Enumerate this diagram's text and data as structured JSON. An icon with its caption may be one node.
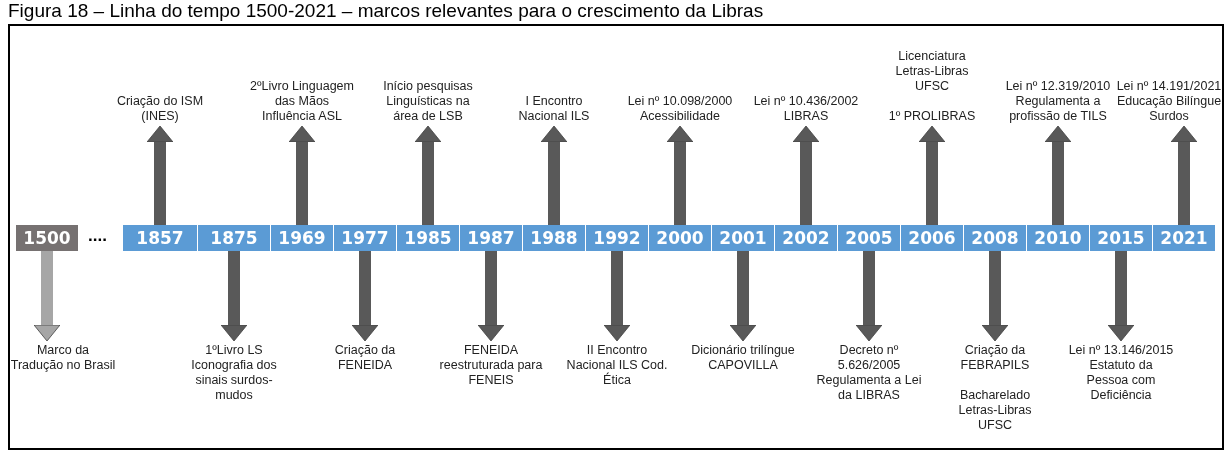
{
  "diagram": {
    "title": "Figura 18 – Linha do tempo 1500-2021 – marcos relevantes para o crescimento da Libras",
    "nodes": [
      {
        "text": [
          "1500"
        ]
      },
      {
        "text": [
          "Marco da Tradução no Brasil"
        ]
      },
      {
        "text": [
          "1857"
        ]
      },
      {
        "text": [
          "Criação do ISM (INES)"
        ]
      },
      {
        "text": [
          "1875"
        ]
      },
      {
        "text": [
          "1ºLivro LS Iconografia dos sinais surdos-mudos"
        ]
      },
      {
        "text": [
          "1969"
        ]
      },
      {
        "text": [
          "2ºLivro Linguagem das Mãos Influência ASL"
        ]
      },
      {
        "text": [
          "1977"
        ]
      },
      {
        "text": [
          "Criação da FENEIDA"
        ]
      },
      {
        "text": [
          "1985"
        ]
      },
      {
        "text": [
          "Início pesquisas Linguísticas na área de LSB"
        ]
      },
      {
        "text": [
          "1987"
        ]
      },
      {
        "text": [
          "FENEIDA reestruturada para FENEIS"
        ]
      },
      {
        "text": [
          "1988"
        ]
      },
      {
        "text": [
          "I Encontro Nacional ILS"
        ]
      },
      {
        "text": [
          "1992"
        ]
      },
      {
        "text": [
          "II Encontro Nacional ILS Cod. Ética"
        ]
      },
      {
        "text": [
          "2000"
        ]
      },
      {
        "text": [
          "Lei nº 10.098/2000 Acessibilidade"
        ]
      },
      {
        "text": [
          "2001"
        ]
      },
      {
        "text": [
          "Dicionário trilíngue CAPOVILLA"
        ]
      },
      {
        "text": [
          "2002"
        ]
      },
      {
        "text": [
          "Lei nº 10.436/2002 LIBRAS"
        ]
      },
      {
        "text": [
          "2005"
        ]
      },
      {
        "text": [
          "Decreto nº 5.626/2005 Regulamenta a Lei da LIBRAS"
        ]
      },
      {
        "text": [
          "2006"
        ]
      },
      {
        "text": [
          "Licenciatura Letras-Libras UFSC",
          "1º PROLIBRAS"
        ]
      },
      {
        "text": [
          "2008"
        ]
      },
      {
        "text": [
          "Criação da FEBRAPILS",
          "Bacharelado Letras-Libras UFSC"
        ]
      },
      {
        "text": [
          "2010"
        ]
      },
      {
        "text": [
          "Lei nº 12.319/2010 Regulamenta a profissão de TILS"
        ]
      },
      {
        "text": [
          "2015"
        ]
      },
      {
        "text": [
          "Lei nº 13.146/2015 Estatuto da Pessoa com Deficiência"
        ]
      },
      {
        "text": [
          "2021"
        ]
      },
      {
        "text": [
          "Lei nº 14.191/2021 Educação Bilíngue Surdos"
        ]
      }
    ],
    "edges": [
      {
        "from": 0,
        "to": 1,
        "arrow": "to",
        "color": "#a6a6a6"
      },
      {
        "from": 2,
        "to": 3,
        "arrow": "to"
      },
      {
        "from": 4,
        "to": 5,
        "arrow": "to"
      },
      {
        "from": 6,
        "to": 7,
        "arrow": "to"
      },
      {
        "from": 8,
        "to": 9,
        "arrow": "to"
      },
      {
        "from": 10,
        "to": 11,
        "arrow": "to"
      },
      {
        "from": 12,
        "to": 13,
        "arrow": "to"
      },
      {
        "from": 14,
        "to": 15,
        "arrow": "to"
      },
      {
        "from": 16,
        "to": 17,
        "arrow": "to"
      },
      {
        "from": 18,
        "to": 19,
        "arrow": "to"
      },
      {
        "from": 20,
        "to": 21,
        "arrow": "to"
      },
      {
        "from": 22,
        "to": 23,
        "arrow": "to"
      },
      {
        "from": 24,
        "to": 25,
        "arrow": "to"
      },
      {
        "from": 26,
        "to": 27,
        "arrow": "to"
      },
      {
        "from": 28,
        "to": 29,
        "arrow": "to"
      },
      {
        "from": 30,
        "to": 31,
        "arrow": "to"
      },
      {
        "from": 32,
        "to": 33,
        "arrow": "to"
      },
      {
        "from": 34,
        "to": 35,
        "arrow": "to"
      }
    ],
    "labels": [
      "...."
    ]
  }
}
